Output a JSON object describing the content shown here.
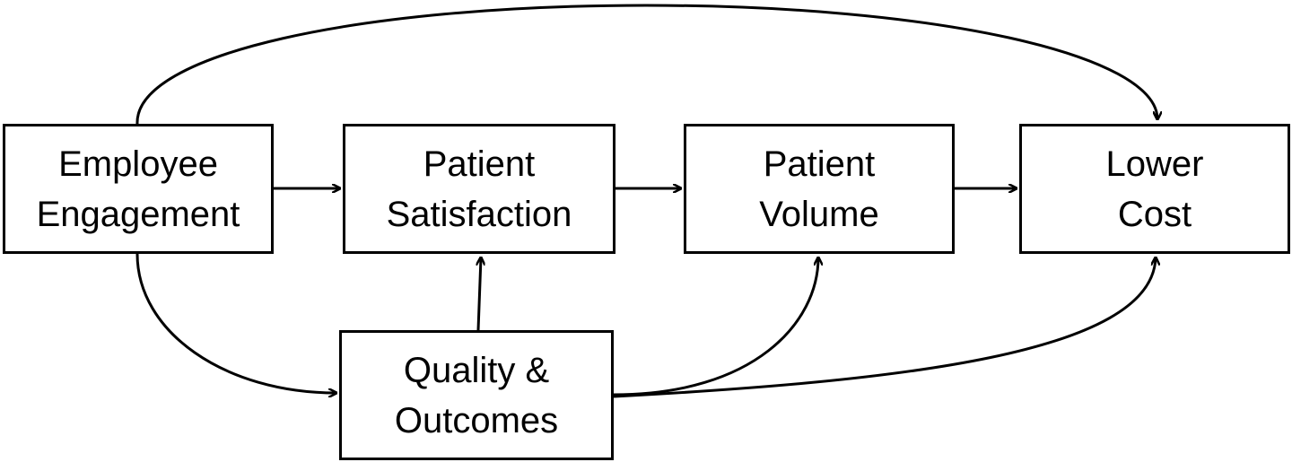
{
  "nodes": {
    "employee_engagement": {
      "line1": "Employee",
      "line2": "Engagement"
    },
    "patient_satisfaction": {
      "line1": "Patient",
      "line2": "Satisfaction"
    },
    "patient_volume": {
      "line1": "Patient",
      "line2": "Volume"
    },
    "lower_cost": {
      "line1": "Lower",
      "line2": "Cost"
    },
    "quality_outcomes": {
      "line1": "Quality &",
      "line2": "Outcomes"
    }
  },
  "edges": [
    {
      "from": "Employee Engagement",
      "to": "Patient Satisfaction"
    },
    {
      "from": "Patient Satisfaction",
      "to": "Patient Volume"
    },
    {
      "from": "Patient Volume",
      "to": "Lower Cost"
    },
    {
      "from": "Employee Engagement",
      "to": "Lower Cost"
    },
    {
      "from": "Employee Engagement",
      "to": "Quality & Outcomes"
    },
    {
      "from": "Quality & Outcomes",
      "to": "Patient Satisfaction"
    },
    {
      "from": "Quality & Outcomes",
      "to": "Patient Volume"
    },
    {
      "from": "Quality & Outcomes",
      "to": "Lower Cost"
    }
  ],
  "colors": {
    "line": "#000000",
    "box_border": "#000000",
    "background": "#ffffff",
    "text": "#000000"
  }
}
